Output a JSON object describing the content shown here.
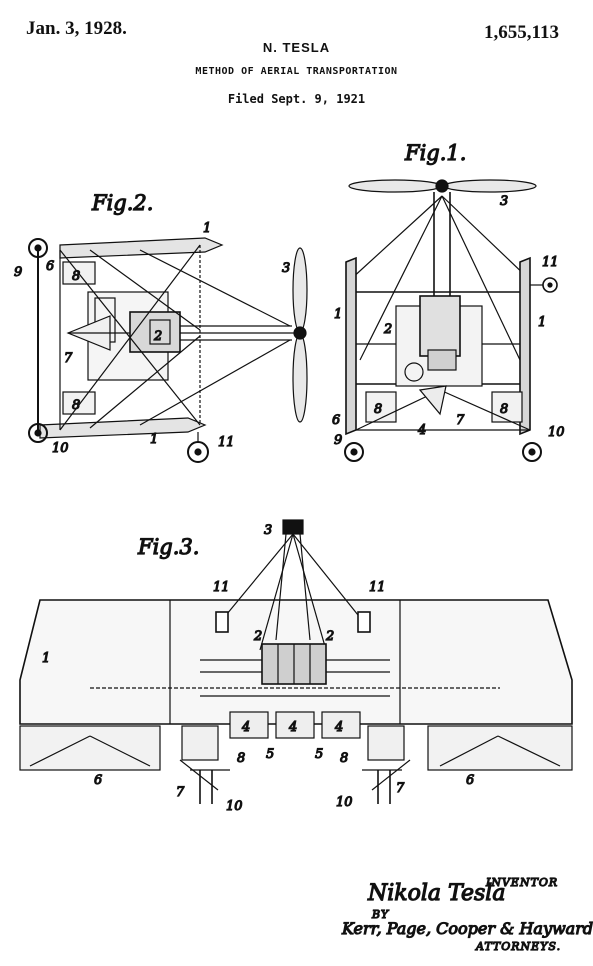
{
  "header": {
    "date": "Jan. 3, 1928.",
    "patent_number": "1,655,113",
    "inventor": "N. TESLA",
    "title": "METHOD OF AERIAL TRANSPORTATION",
    "filed": "Filed Sept. 9, 1921"
  },
  "figures": {
    "fig1": "Fig.1.",
    "fig2": "Fig.2.",
    "fig3": "Fig.3."
  },
  "refs": {
    "n1": "1",
    "n2": "2",
    "n3": "3",
    "n4": "4",
    "n5": "5",
    "n6": "6",
    "n7": "7",
    "n8": "8",
    "n9": "9",
    "n10": "10",
    "n11": "11"
  },
  "signature": {
    "inventor_name": "Nikola Tesla",
    "inventor_caption": "INVENTOR",
    "by": "BY",
    "attorneys_name": "Kerr, Page, Cooper & Hayward",
    "attorneys_caption": "ATTORNEYS."
  }
}
